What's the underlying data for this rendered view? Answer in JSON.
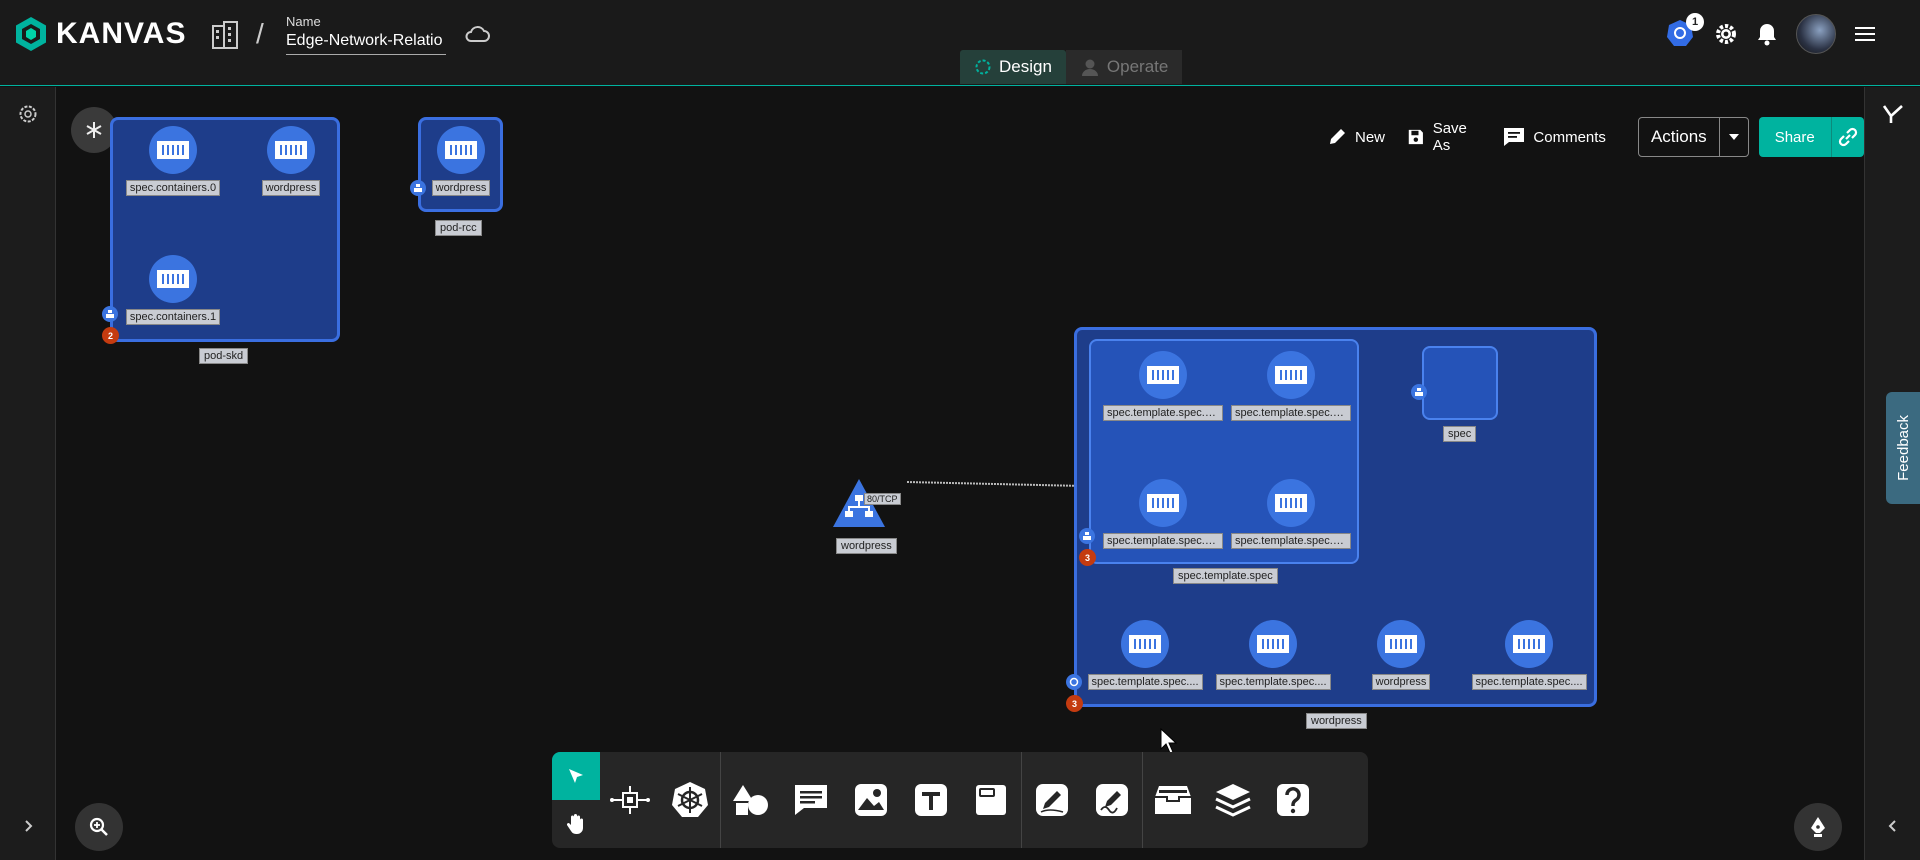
{
  "header": {
    "app_name": "KANVAS",
    "name_label": "Name",
    "design_name": "Edge-Network-Relatio",
    "k8s_badge_count": "1"
  },
  "mode_tabs": [
    {
      "label": "Design",
      "active": true
    },
    {
      "label": "Operate",
      "active": false
    }
  ],
  "canvas_toolbar": {
    "new_label": "New",
    "save_as_label": "Save As",
    "comments_label": "Comments",
    "actions_label": "Actions",
    "share_label": "Share"
  },
  "feedback_label": "Feedback",
  "groups": {
    "pod_skd": {
      "label": "pod-skd",
      "badge": "2",
      "nodes": [
        "spec.containers.0",
        "wordpress",
        "spec.containers.1"
      ]
    },
    "pod_rcc": {
      "label": "pod-rcc",
      "nodes": [
        "wordpress"
      ]
    },
    "wordpress_group": {
      "label": "wordpress",
      "badge": "3",
      "inner_label": "spec.template.spec",
      "inner_badge": "3",
      "inner_nodes": [
        "spec.template.spec.s...",
        "spec.template.spec.s...",
        "spec.template.spec.s...",
        "spec.template.spec.s..."
      ],
      "spec_label": "spec",
      "bottom_nodes": [
        "spec.template.spec....",
        "spec.template.spec....",
        "wordpress",
        "spec.template.spec...."
      ]
    }
  },
  "service_node": {
    "label": "wordpress",
    "edge_label": "80/TCP"
  },
  "colors": {
    "accent": "#00b39f",
    "group_fill": "#1e3d8a",
    "group_border": "#3a6ee0",
    "badge_red": "#c43b10"
  }
}
